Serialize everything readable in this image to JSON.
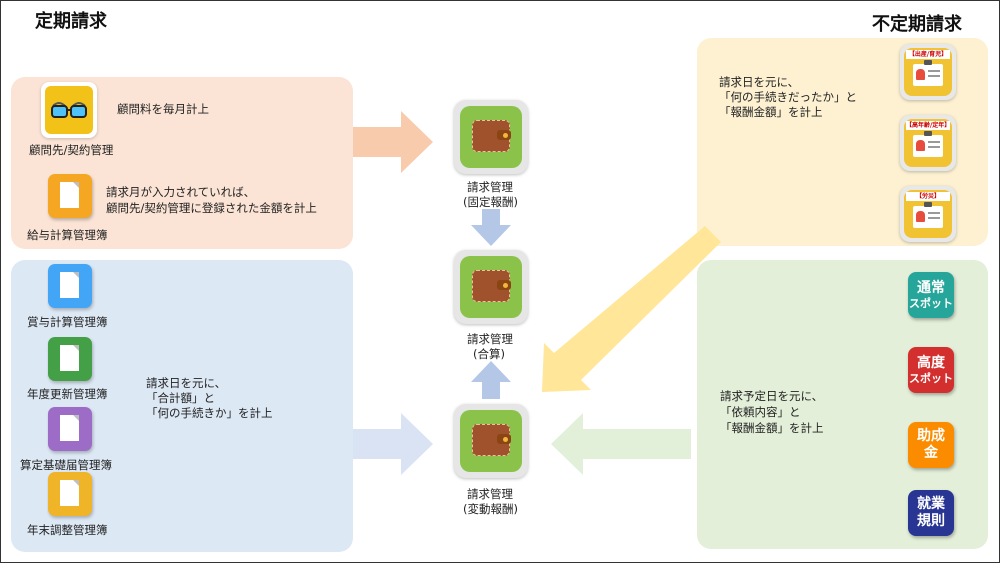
{
  "headings": {
    "periodic": "定期請求",
    "irregular": "不定期請求"
  },
  "advisor": {
    "label": "顧問先/契約管理",
    "description": "顧問料を毎月計上"
  },
  "payroll": {
    "label": "給与計算管理簿",
    "description_line1": "請求月が入力されていれば、",
    "description_line2": "顧問先/契約管理に登録された金額を計上"
  },
  "variable_sources": {
    "items": [
      {
        "label": "賞与計算管理簿",
        "color": "#42a5f5"
      },
      {
        "label": "年度更新管理簿",
        "color": "#43a047"
      },
      {
        "label": "算定基礎届管理簿",
        "color": "#9c6cc7"
      },
      {
        "label": "年末調整管理簿",
        "color": "#f0b429"
      }
    ],
    "description_line1": "請求日を元に、",
    "description_line2": "「合計額」と",
    "description_line3": "「何の手続きか」を計上"
  },
  "billing": {
    "fixed": {
      "line1": "請求管理",
      "line2": "(固定報酬)"
    },
    "total": {
      "line1": "請求管理",
      "line2": "(合算)"
    },
    "variable": {
      "line1": "請求管理",
      "line2": "(変動報酬)"
    }
  },
  "procedures": {
    "badges": [
      "【出産/育児】",
      "【高年齢/定年】",
      "【労災】"
    ],
    "description_line1": "請求日を元に、",
    "description_line2": "「何の手続きだったか」と",
    "description_line3": "「報酬金額」を計上"
  },
  "spot_services": {
    "items": [
      {
        "line1": "通常",
        "line2": "スポット",
        "color": "#26a69a"
      },
      {
        "line1": "高度",
        "line2": "スポット",
        "color": "#d32f2f"
      },
      {
        "line1": "助成",
        "line2": "金",
        "color": "#fb8c00"
      },
      {
        "line1": "就業",
        "line2": "規則",
        "color": "#283593"
      }
    ],
    "description_line1": "請求予定日を元に、",
    "description_line2": "「依頼内容」と",
    "description_line3": "「報酬金額」を計上"
  },
  "colors": {
    "panel_peach": "#fbe4d5",
    "panel_blue": "#dde8f5",
    "panel_yellow": "#fdf1d2",
    "panel_green": "#e3efd9",
    "arrow_blue": "#b4c7e7"
  }
}
